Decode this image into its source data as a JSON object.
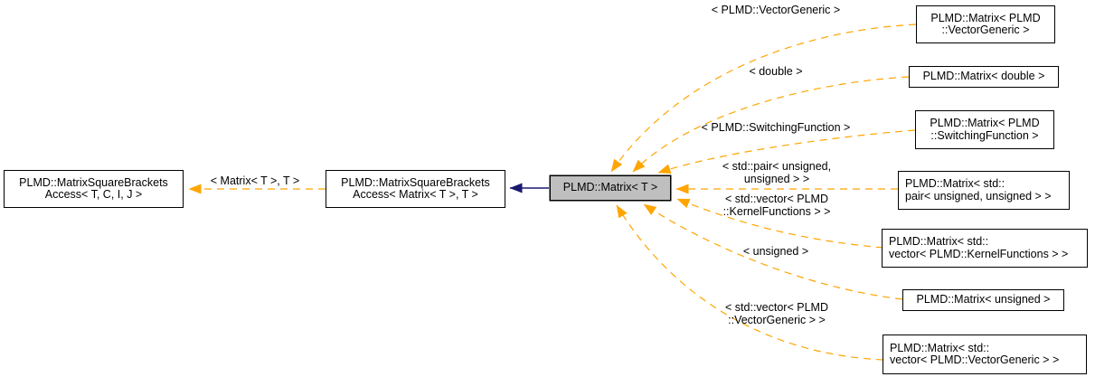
{
  "diagram": {
    "type": "doxygen-template-instantiation-graph",
    "colors": {
      "template_edge": "#ffa500",
      "inheritance_edge": "#191970",
      "highlight_fill": "#bfbfbf",
      "node_border": "#000000",
      "background": "#ffffff"
    },
    "nodes": {
      "base": {
        "lines": [
          "PLMD::MatrixSquareBrackets",
          "Access< T, C, I, J >"
        ]
      },
      "mid": {
        "lines": [
          "PLMD::MatrixSquareBrackets",
          "Access< Matrix< T >, T >"
        ]
      },
      "main": {
        "lines": [
          "PLMD::Matrix< T >"
        ]
      },
      "inst_vector_generic": {
        "lines": [
          "PLMD::Matrix< PLMD",
          "::VectorGeneric >"
        ]
      },
      "inst_double": {
        "lines": [
          "PLMD::Matrix< double >"
        ]
      },
      "inst_switching_function": {
        "lines": [
          "PLMD::Matrix< PLMD",
          "::SwitchingFunction >"
        ]
      },
      "inst_pair": {
        "lines": [
          "PLMD::Matrix< std::",
          "pair< unsigned, unsigned > >"
        ]
      },
      "inst_vector_kernel": {
        "lines": [
          "PLMD::Matrix< std::",
          "vector< PLMD::KernelFunctions > >"
        ]
      },
      "inst_unsigned": {
        "lines": [
          "PLMD::Matrix< unsigned >"
        ]
      },
      "inst_vector_vg": {
        "lines": [
          "PLMD::Matrix< std::",
          "vector< PLMD::VectorGeneric > >"
        ]
      }
    },
    "edge_labels": {
      "base_args": "< Matrix< T >, T >",
      "vector_generic": "< PLMD::VectorGeneric >",
      "double": "< double >",
      "switching_function": "< PLMD::SwitchingFunction >",
      "pair": {
        "lines": [
          "< std::pair< unsigned,",
          "unsigned > >"
        ]
      },
      "vector_kernel": {
        "lines": [
          "< std::vector< PLMD",
          "::KernelFunctions > >"
        ]
      },
      "unsigned": "< unsigned >",
      "vector_vg": {
        "lines": [
          "< std::vector< PLMD",
          "::VectorGeneric > >"
        ]
      }
    }
  }
}
